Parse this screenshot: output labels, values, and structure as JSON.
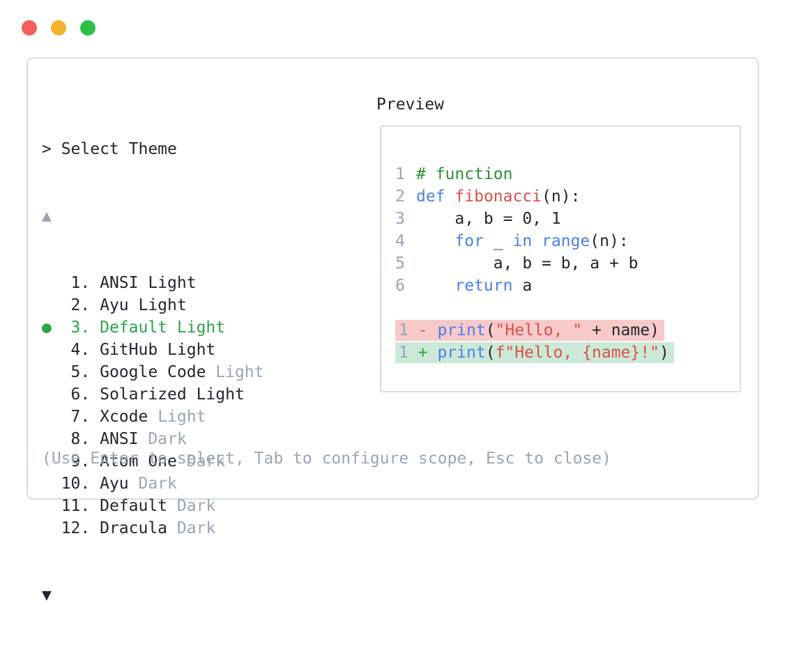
{
  "colors": {
    "dark": "#22262e",
    "gray": "#9aa5b6",
    "green": "#2aa546",
    "comment": "#2e9332",
    "keyword": "#4a80e8",
    "red": "#d8514b",
    "del-bg": "#f7c9c9",
    "add-bg": "#cbe9d6",
    "border": "#d7dbe3",
    "arrow-dim": "#9aa5b6",
    "dot-red": "#f2605c",
    "dot-yellow": "#f2b32d",
    "dot-green": "#2bc148"
  },
  "theme_selector": {
    "prompt": "> Select Theme",
    "scroll_up_symbol": "▲",
    "scroll_down_symbol": "▼",
    "items": [
      {
        "prefix": "   1. ",
        "name": "ANSI Light",
        "variant": "",
        "selected": false
      },
      {
        "prefix": "   2. ",
        "name": "Ayu Light",
        "variant": "",
        "selected": false
      },
      {
        "prefix": "●  3. ",
        "name": "Default Light",
        "variant": "",
        "selected": true
      },
      {
        "prefix": "   4. ",
        "name": "GitHub Light",
        "variant": "",
        "selected": false
      },
      {
        "prefix": "   5. ",
        "name": "Google Code",
        "variant": "Light",
        "selected": false
      },
      {
        "prefix": "   6. ",
        "name": "Solarized Light",
        "variant": "",
        "selected": false
      },
      {
        "prefix": "   7. ",
        "name": "Xcode",
        "variant": "Light",
        "selected": false
      },
      {
        "prefix": "   8. ",
        "name": "ANSI",
        "variant": "Dark",
        "selected": false
      },
      {
        "prefix": "   9. ",
        "name": "Atom One",
        "variant": "Dark",
        "selected": false
      },
      {
        "prefix": "  10. ",
        "name": "Ayu",
        "variant": "Dark",
        "selected": false
      },
      {
        "prefix": "  11. ",
        "name": "Default",
        "variant": "Dark",
        "selected": false
      },
      {
        "prefix": "  12. ",
        "name": "Dracula",
        "variant": "Dark",
        "selected": false
      }
    ],
    "hint": "(Use Enter to select, Tab to configure scope, Esc to close)"
  },
  "preview": {
    "title": "Preview",
    "code_lines": [
      {
        "type": "code",
        "ln": "1",
        "tokens": [
          [
            "cm",
            "# function"
          ]
        ]
      },
      {
        "type": "code",
        "ln": "2",
        "tokens": [
          [
            "kw",
            "def"
          ],
          [
            "pl",
            " "
          ],
          [
            "fn",
            "fibonacci"
          ],
          [
            "pl",
            "(n):"
          ]
        ]
      },
      {
        "type": "code",
        "ln": "3",
        "tokens": [
          [
            "pl",
            "    a, b = 0, 1"
          ]
        ]
      },
      {
        "type": "code",
        "ln": "4",
        "tokens": [
          [
            "pl",
            "    "
          ],
          [
            "kw",
            "for"
          ],
          [
            "pl",
            " _ "
          ],
          [
            "kw",
            "in"
          ],
          [
            "pl",
            " "
          ],
          [
            "kw",
            "range"
          ],
          [
            "pl",
            "(n):"
          ]
        ]
      },
      {
        "type": "code",
        "ln": "5",
        "tokens": [
          [
            "pl",
            "        a, b = b, a + b"
          ]
        ]
      },
      {
        "type": "code",
        "ln": "6",
        "tokens": [
          [
            "pl",
            "    "
          ],
          [
            "kw",
            "return"
          ],
          [
            "pl",
            " a"
          ]
        ]
      },
      {
        "type": "blank"
      },
      {
        "type": "diff",
        "kind": "del",
        "tokens": [
          [
            "ln",
            "1"
          ],
          [
            "pl",
            " "
          ],
          [
            "del",
            "-"
          ],
          [
            "pl",
            " "
          ],
          [
            "kw",
            "print"
          ],
          [
            "pl",
            "("
          ],
          [
            "str",
            "\"Hello, \""
          ],
          [
            "pl",
            " + name)"
          ]
        ]
      },
      {
        "type": "diff",
        "kind": "add",
        "tokens": [
          [
            "ln",
            "1"
          ],
          [
            "pl",
            " "
          ],
          [
            "add",
            "+"
          ],
          [
            "pl",
            " "
          ],
          [
            "kw",
            "print"
          ],
          [
            "pl",
            "("
          ],
          [
            "str",
            "f\"Hello, {name}!\""
          ],
          [
            "pl",
            ")"
          ]
        ]
      }
    ]
  }
}
